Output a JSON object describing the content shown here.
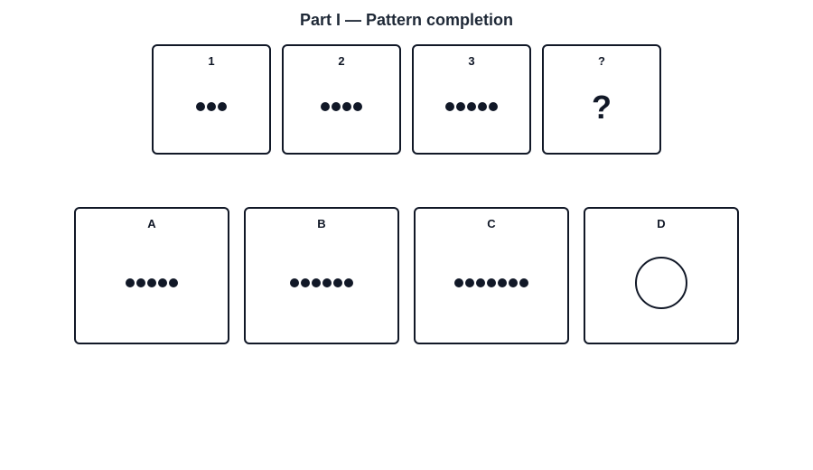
{
  "title": "Part I — Pattern completion",
  "sequence": [
    {
      "label": "1",
      "dots": 3
    },
    {
      "label": "2",
      "dots": 4
    },
    {
      "label": "3",
      "dots": 5
    },
    {
      "label": "?",
      "mark": "?"
    }
  ],
  "options": [
    {
      "label": "A",
      "dots": 5
    },
    {
      "label": "B",
      "dots": 6
    },
    {
      "label": "C",
      "dots": 7
    },
    {
      "label": "D",
      "shape": "circle"
    }
  ],
  "colors": {
    "ink": "#111827",
    "title": "#1f2937",
    "background": "#ffffff"
  }
}
